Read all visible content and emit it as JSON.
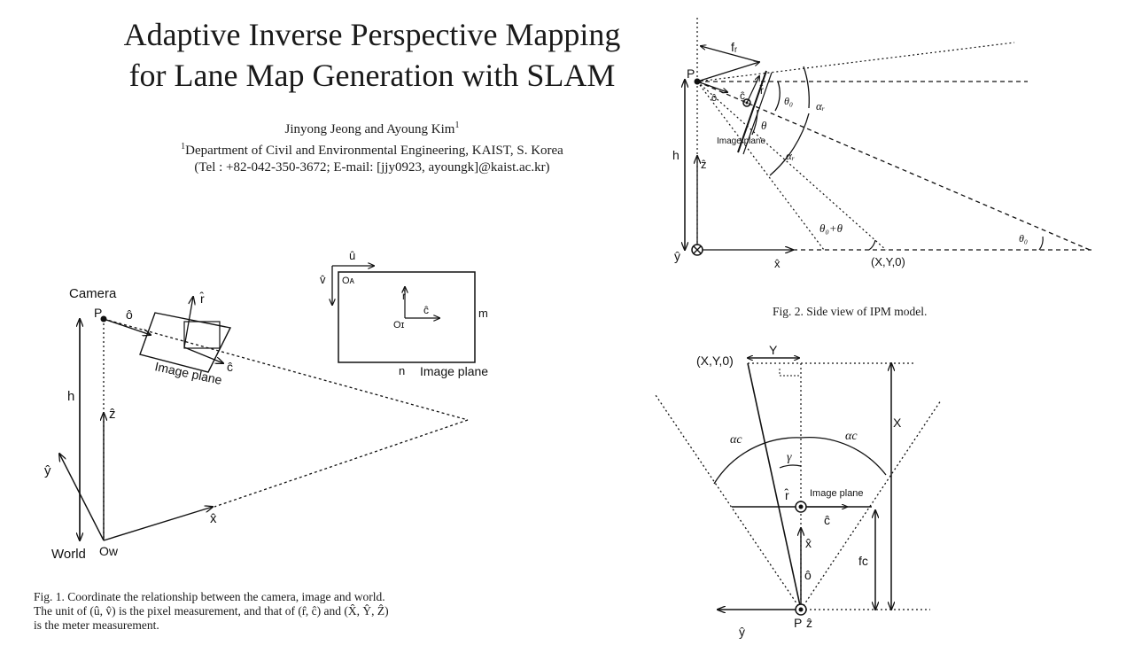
{
  "title": {
    "line1": "Adaptive Inverse Perspective Mapping",
    "line2": "for Lane Map Generation with SLAM"
  },
  "authors": {
    "names": "Jinyong Jeong and Ayoung Kim",
    "sup": "1",
    "affil_sup": "1",
    "affiliation": "Department of Civil and Environmental Engineering, KAIST, S. Korea",
    "contact": "(Tel : +82-042-350-3672; E-mail: [jjy0923, ayoungk]@kaist.ac.kr)"
  },
  "fig1": {
    "camera": "Camera",
    "P": "P",
    "o_hat": "ô",
    "r_hat": "r̂",
    "c_hat": "ĉ",
    "image_plane": "Image plane",
    "h": "h",
    "z_hat": "ẑ",
    "y_hat": "ŷ",
    "x_hat": "x̂",
    "world": "World",
    "Ow": "Oᴡ",
    "u_hat": "û",
    "v_hat": "v̂",
    "OA": "Oᴀ",
    "OI": "Oɪ",
    "m": "m",
    "n": "n",
    "image_plane_2": "Image plane",
    "caption_line1": "Fig. 1.  Coordinate the relationship between the camera, image and world.",
    "caption_line2": "The unit of (û, v̂) is the pixel measurement, and that of (r̂, ĉ) and (X̂, Ŷ, Ẑ)",
    "caption_line3": "is the meter measurement."
  },
  "fig2": {
    "f_r": "fᵣ",
    "P": "P",
    "c_hat": "ĉ",
    "r_hat": "r̂",
    "o_hat": "ô",
    "theta0": "θ₀",
    "alpha_r": "αᵣ",
    "theta": "θ",
    "image_plane": "Image plane",
    "alpha_r_2": "αᵣ",
    "h": "h",
    "z_hat": "ẑ",
    "y_hat": "ŷ",
    "x_hat": "x̂",
    "theta0_plus_theta": "θ₀+θ",
    "XY0": "(X,Y,0)",
    "theta0_2": "θ₀",
    "caption": "Fig. 2.  Side view of IPM model."
  },
  "fig3": {
    "XY0": "(X,Y,0)",
    "Y": "Y",
    "X": "X",
    "alpha_c_left": "αc",
    "alpha_c_right": "αc",
    "gamma": "γ",
    "r_hat": "r̂",
    "image_plane": "Image plane",
    "c_hat": "ĉ",
    "x_hat": "x̂",
    "f_c": "fc",
    "o_hat": "ô",
    "y_hat": "ŷ",
    "P": "P",
    "z_hat": "ẑ"
  }
}
